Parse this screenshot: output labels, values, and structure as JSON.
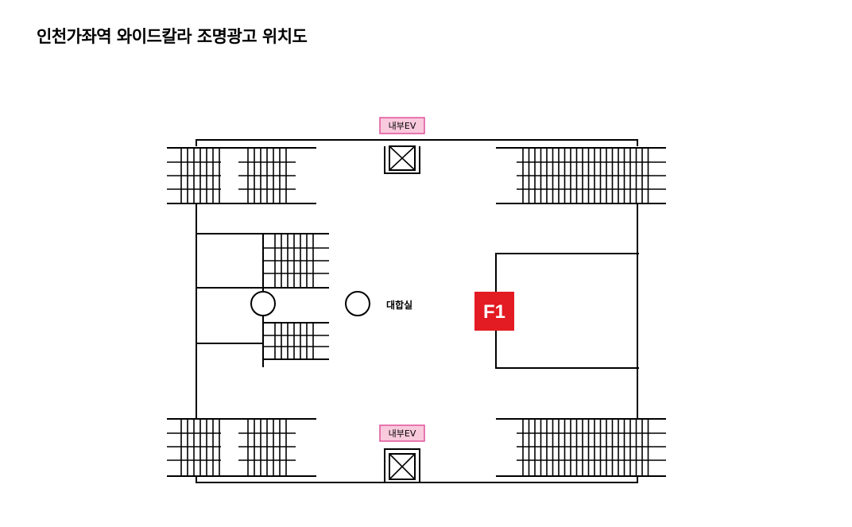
{
  "title": "인천가좌역  와이드칼라 조명광고 위치도",
  "elevator_top": {
    "label": "내부EV"
  },
  "elevator_bottom": {
    "label": "내부EV"
  },
  "waiting_room": {
    "label": "대합실"
  },
  "ad_marker": {
    "label": "F1",
    "color": "#e31b23"
  },
  "colors": {
    "ev_label_bg": "#f9c9dc",
    "ev_label_border": "#e0529a",
    "line": "#000000"
  }
}
